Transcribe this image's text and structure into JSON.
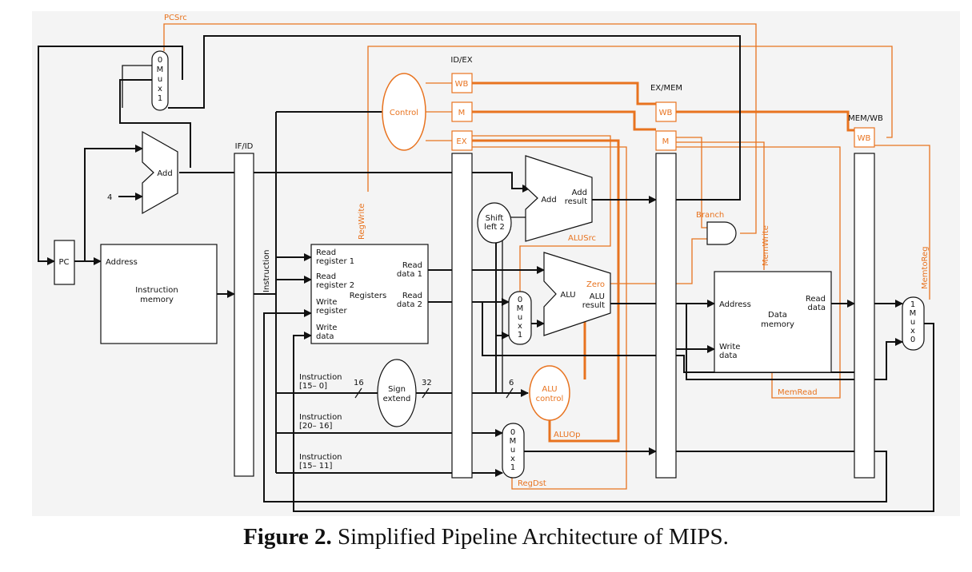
{
  "caption": {
    "label": "Figure 2.",
    "text": "Simplified Pipeline Architecture of MIPS."
  },
  "colors": {
    "datapath": "#111111",
    "control": "#e8731f",
    "background": "#f4f4f4"
  },
  "pipeline_registers": {
    "if_id": "IF/ID",
    "id_ex": "ID/EX",
    "ex_mem": "EX/MEM",
    "mem_wb": "MEM/WB"
  },
  "fields": {
    "wb": "WB",
    "m": "M",
    "ex": "EX"
  },
  "control_signals": {
    "pcsrc": "PCSrc",
    "regwrite": "RegWrite",
    "alusrc": "ALUSrc",
    "branch": "Branch",
    "memwrite": "MemWrite",
    "memtoreg": "MemtoReg",
    "memread": "MemRead",
    "aluop": "ALUOp",
    "regdst": "RegDst"
  },
  "blocks": {
    "pc": "PC",
    "control": "Control",
    "add": "Add",
    "constant_four": "4",
    "branch_add_result": "Add\nresult",
    "shift": "Shift\nleft 2",
    "alu": "ALU",
    "alu_result": "ALU\nresult",
    "zero": "Zero",
    "alu_control": "ALU\ncontrol",
    "sign_extend": "Sign\nextend",
    "width_16": "16",
    "width_32": "32",
    "width_6": "6"
  },
  "muxes": {
    "pc_mux": "0\nM\nu\nx\n1",
    "alusrc_mux": "0\nM\nu\nx\n1",
    "regdst_mux": "0\nM\nu\nx\n1",
    "wb_mux": "1\nM\nu\nx\n0"
  },
  "instruction_memory": {
    "address": "Address",
    "name": "Instruction\nmemory"
  },
  "instruction_bus": "Instruction",
  "registers": {
    "read_register_1": "Read\nregister 1",
    "read_register_2": "Read\nregister 2",
    "write_register": "Write\nregister",
    "write_data": "Write\ndata",
    "name": "Registers",
    "read_data_1": "Read\ndata 1",
    "read_data_2": "Read\ndata 2"
  },
  "data_memory": {
    "address": "Address",
    "write_data": "Write\ndata",
    "name": "Data\nmemory",
    "read_data": "Read\ndata"
  },
  "instruction_fields": {
    "imm": "Instruction\n[15– 0]",
    "rt": "Instruction\n[20– 16]",
    "rd": "Instruction\n[15– 11]"
  }
}
